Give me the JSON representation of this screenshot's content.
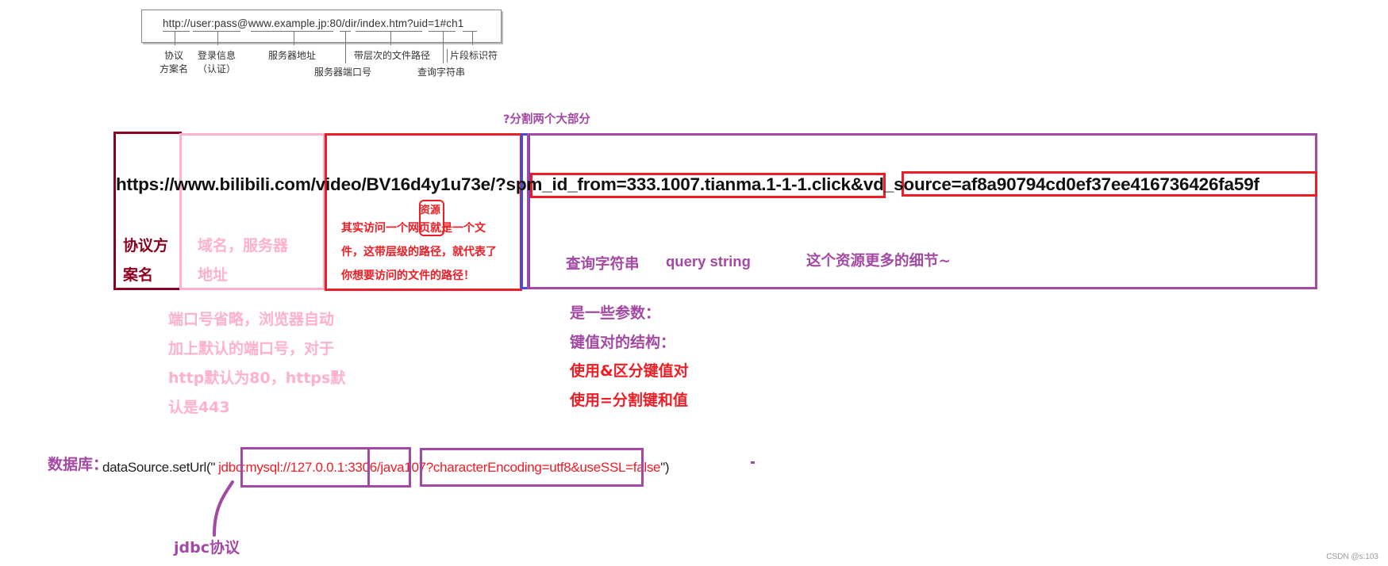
{
  "reference_figure": {
    "url": "http://user:pass@www.example.jp:80/dir/index.htm?uid=1#ch1",
    "labels": {
      "scheme": [
        "协议",
        "方案名"
      ],
      "credentials": [
        "登录信息",
        "（认证）"
      ],
      "server_address": "服务器地址",
      "server_port": "服务器端口号",
      "file_path": "带层次的文件路径",
      "query_string": "查询字符串",
      "fragment": "片段标识符"
    }
  },
  "main_url": {
    "scheme": "https://",
    "host": "www.bilibili.com",
    "path": "/video/BV16d4y1u73e/",
    "separator": "?",
    "param1": "spm_id_from=333.1007.tianma.1-1-1.click",
    "amp": "&",
    "param2": "vd_source=af8a90794cd0ef37ee416736426fa59f"
  },
  "annotations": {
    "separator_note": "?分割两个大部分",
    "scheme_label": [
      "协议方",
      "案名"
    ],
    "host_label": [
      "域名，服务器",
      "地址"
    ],
    "resource_tag": [
      "资源"
    ],
    "path_note": [
      "其实访问一个网页就是一个文",
      "件，这带层级的路径，就代表了",
      "你想要访问的文件的路径！"
    ],
    "query_label_cn": "查询字符串",
    "query_label_en": "query string",
    "query_detail": "这个资源更多的细节~",
    "port_note": [
      "端口号省略，浏览器自动",
      "加上默认的端口号，对于",
      "http默认为80，https默",
      "认是443"
    ],
    "params_notes": [
      {
        "text": "是一些参数：",
        "color": "#a349a4"
      },
      {
        "text": "键值对的结构：",
        "color": "#a349a4"
      },
      {
        "text": "使用&区分键值对",
        "color": "#ee1c25"
      },
      {
        "text": "使用=分割键和值",
        "color": "#ee1c25"
      }
    ]
  },
  "database": {
    "label": "数据库：",
    "code_prefix": "dataSource.setUrl(\"",
    "jdbc": "jdbc:",
    "host_port": "mysql://127.0.0.1:3306/",
    "db_name": "java107",
    "qmark": "?",
    "params": "characterEncoding=utf8&useSSL=false",
    "code_suffix": "\")",
    "jdbc_label": "jdbc协议"
  },
  "watermark": "CSDN @s:103",
  "colors": {
    "maroon": "#8b0020",
    "pink": "#ffb0cb",
    "red": "#ee1c25",
    "blue": "#4a4adb",
    "purple": "#a349a4"
  }
}
